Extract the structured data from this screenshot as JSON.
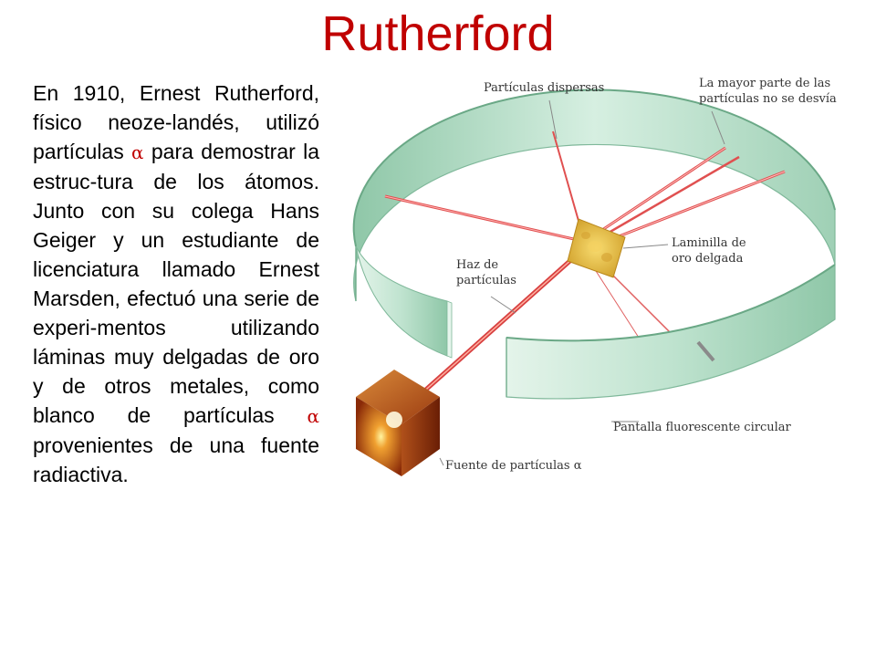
{
  "slide": {
    "title": "Rutherford",
    "body": {
      "p1": "En 1910, Ernest Rutherford, físico neoze-landés, utilizó partículas",
      "alpha1": "α",
      "p2": "para demostrar la estruc-tura de los átomos. Junto con su colega Hans Geiger y un estudiante de licenciatura llamado Ernest Marsden, efectuó una serie de experi-mentos utilizando láminas muy delgadas de oro y de otros metales, como blanco de partículas",
      "alpha2": "α",
      "p3": "provenientes de una fuente radiactiva."
    }
  },
  "diagram": {
    "labels": {
      "scattered": "Partículas dispersas",
      "most_line1": "La mayor parte de las",
      "most_line2": "partículas no se desvía",
      "foil_line1": "Laminilla de",
      "foil_line2": "oro delgada",
      "beam_line1": "Haz de",
      "beam_line2": "partículas",
      "screen": "Pantalla fluorescente circular",
      "source": "Fuente de partículas α"
    },
    "colors": {
      "title": "#c00000",
      "screen": "#bfe3cf",
      "screen_edge": "#7fb89a",
      "beam": "#e05050",
      "foil": "#e8b830",
      "source": "#a23a0c"
    }
  }
}
